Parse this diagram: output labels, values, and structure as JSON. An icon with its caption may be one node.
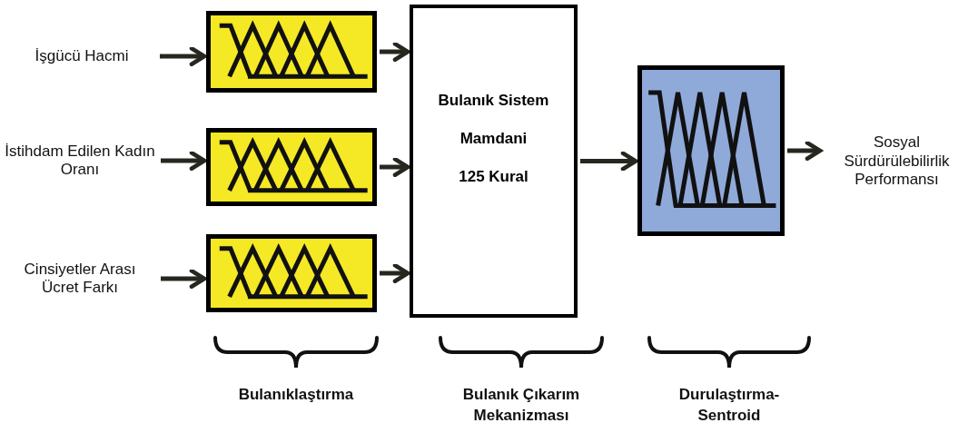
{
  "diagram": {
    "nodes": [
      {
        "text": [
          "İşgücü Hacmi"
        ]
      },
      {
        "text": [
          "İstihdam Edilen Kadın Oranı"
        ]
      },
      {
        "text": [
          "Cinsiyetler Arası Ücret Farkı"
        ]
      },
      {
        "text": [],
        "shape": "box"
      },
      {
        "text": [],
        "shape": "box"
      },
      {
        "text": [],
        "shape": "box"
      },
      {
        "text": [
          "Bulanık Sistem",
          "Mamdani",
          "125 Kural"
        ]
      },
      {
        "text": [],
        "shape": "box"
      },
      {
        "text": [
          "Sosyal Sürdürülebilirlik Performansı"
        ]
      }
    ],
    "edges": [
      {
        "from": 0,
        "to": 3,
        "arrow": "to"
      },
      {
        "from": 1,
        "to": 4,
        "arrow": "to"
      },
      {
        "from": 2,
        "to": 5,
        "arrow": "to"
      },
      {
        "from": 3,
        "to": 6,
        "arrow": "to"
      },
      {
        "from": 4,
        "to": 6,
        "arrow": "to"
      },
      {
        "from": 5,
        "to": 6,
        "arrow": "to"
      },
      {
        "from": 6,
        "to": 7,
        "arrow": "to"
      },
      {
        "from": 7,
        "to": 8,
        "arrow": "to"
      }
    ],
    "labels": [
      "Bulanıklaştırma",
      "Bulanık Çıkarım Mekanizması",
      "Durulaştırma-Sentroid"
    ]
  }
}
